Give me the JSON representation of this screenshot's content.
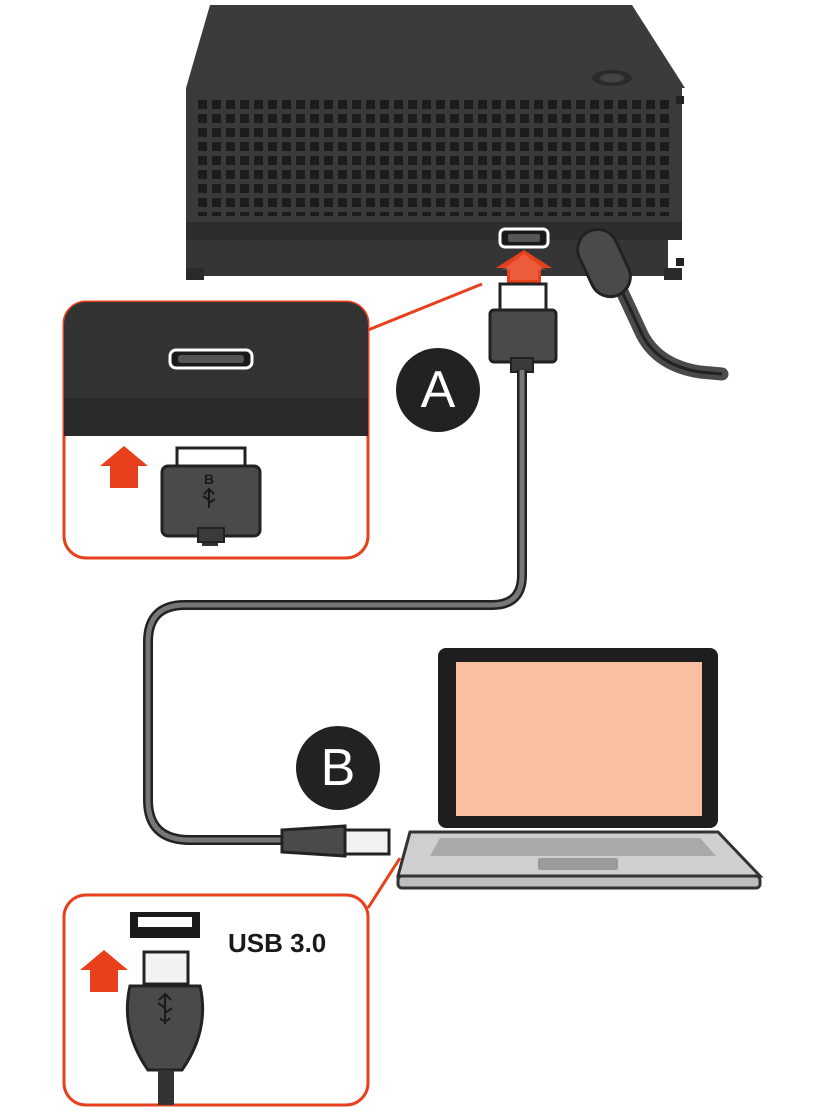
{
  "labels": {
    "step_a": "A",
    "step_b": "B",
    "usb_port_label": "USB 3.0",
    "plug_b_letter": "B"
  },
  "colors": {
    "drive_body": "#3c3c3c",
    "drive_dark": "#2e2e2e",
    "accent_red": "#e8401c",
    "callout_border": "#e8401c",
    "cable": "#4a4a4a",
    "laptop_bezel": "#1e1e1e",
    "laptop_screen": "#f8bfa0",
    "laptop_base": "#cfcfcf",
    "badge_bg": "#222222",
    "badge_text": "#ffffff"
  },
  "icons": {
    "port_micro_b": "usb-micro-b-port-icon",
    "port_type_a": "usb-type-a-port-icon",
    "arrow": "insert-arrow-icon",
    "usb_trident": "usb-superspeed-icon"
  }
}
